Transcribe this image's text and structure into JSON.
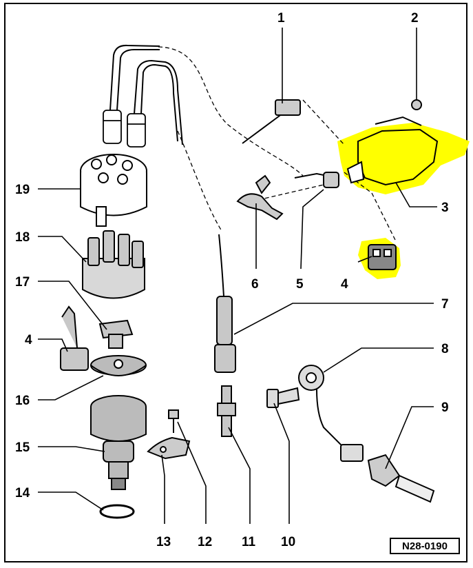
{
  "diagram": {
    "reference_code": "N28-0190",
    "highlight_color": "#ffff00",
    "callouts": [
      "1",
      "2",
      "3",
      "4",
      "5",
      "6",
      "7",
      "8",
      "9",
      "10",
      "11",
      "12",
      "13",
      "14",
      "15",
      "16",
      "17",
      "18",
      "19"
    ],
    "callout_4b": "4"
  }
}
